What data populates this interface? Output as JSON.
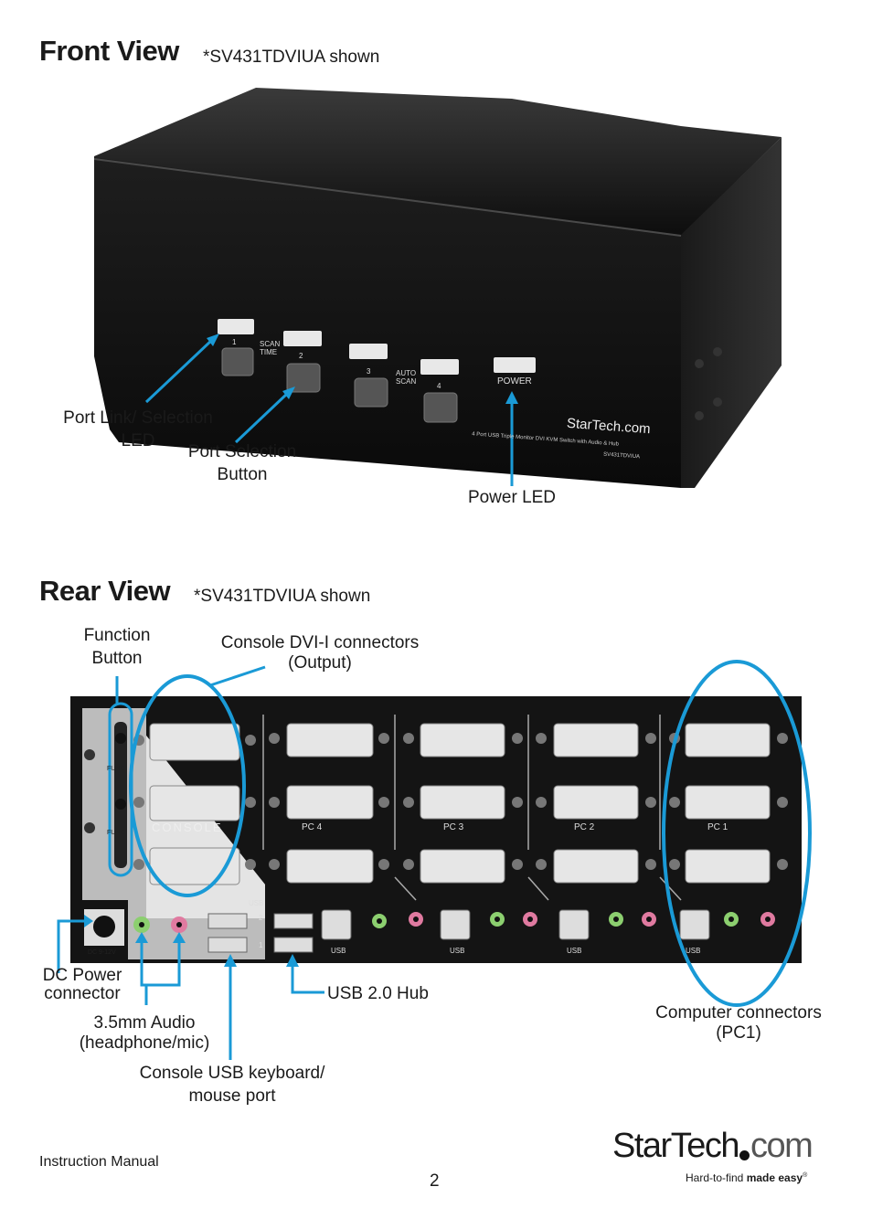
{
  "front": {
    "heading": "Front View",
    "shown_note": "*SV431TDVIUA shown",
    "device": {
      "port_numbers": [
        "1",
        "2",
        "3",
        "4"
      ],
      "scan_time": [
        "SCAN",
        "TIME"
      ],
      "auto_scan": [
        "AUTO",
        "SCAN"
      ],
      "power_label": "POWER",
      "brand": "StarTech.com",
      "description": "4 Port USB Triple Monitor DVI KVM Switch with Audio & Hub",
      "model": "SV431TDVIUA"
    },
    "labels": {
      "port_link_led_1": "Port Link/ Selection",
      "port_link_led_2": "LED",
      "port_selection_1": "Port Selection",
      "port_selection_2": "Button",
      "power_led": "Power LED"
    }
  },
  "rear": {
    "heading": "Rear View",
    "shown_note": "*SV431TDVIUA shown",
    "device": {
      "console": "CONSOLE",
      "func": "FUNC",
      "pc_labels": [
        "PC 4",
        "PC 3",
        "PC 2",
        "PC 1"
      ],
      "usb": "USB",
      "usb_ports": [
        "2",
        "1"
      ],
      "dc": "DC 9-12V"
    },
    "labels": {
      "function_1": "Function",
      "function_2": "Button",
      "console_dvi_1": "Console DVI-I connectors",
      "console_dvi_2": "(Output)",
      "dc_power_1": "DC Power",
      "dc_power_2": "connector",
      "usb_hub": "USB 2.0 Hub",
      "audio_1": "3.5mm Audio",
      "audio_2": "(headphone/mic)",
      "console_usb_1": "Console USB keyboard/",
      "console_usb_2": "mouse port",
      "computer_1": "Computer connectors",
      "computer_2": "(PC1)"
    }
  },
  "footer": {
    "manual": "Instruction Manual",
    "page_number": "2",
    "logo_star": "StarTech",
    "logo_com": "com",
    "tagline_plain": "Hard-to-find ",
    "tagline_bold": "made easy",
    "tagline_mark": "®"
  },
  "colors": {
    "callout_blue": "#1a9ad6",
    "device_black": "#151515",
    "led_white": "#e8e8e8"
  }
}
